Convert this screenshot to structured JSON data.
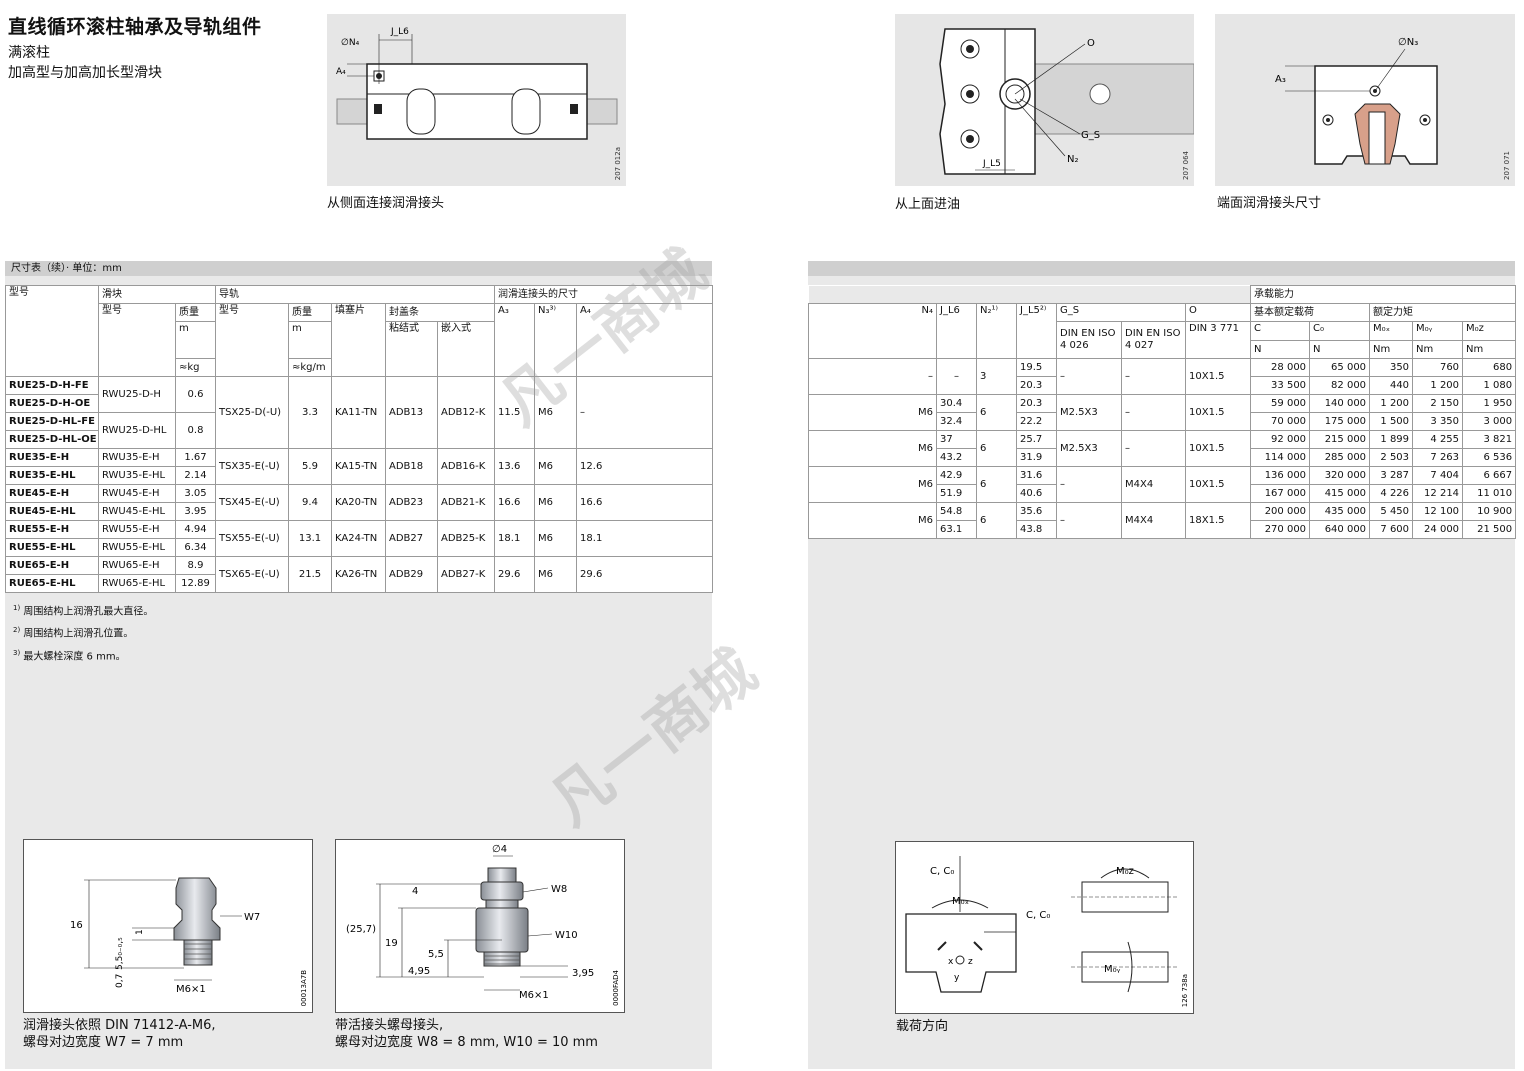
{
  "header": {
    "title": "直线循环滚柱轴承及导轨组件",
    "sub1": "满滚柱",
    "sub2": "加高型与加高加长型滑块"
  },
  "figs": {
    "side": {
      "caption": "从侧面连接润滑接头",
      "id": "207 012a",
      "labels": {
        "n4": "∅N₄",
        "jl6": "J_L6",
        "a4": "A₄"
      }
    },
    "top": {
      "caption": "从上面进油",
      "id": "207 064",
      "labels": {
        "o": "O",
        "gs": "G_S",
        "n2": "N₂",
        "jl5": "J_L5"
      }
    },
    "end": {
      "caption": "端面润滑接头尺寸",
      "id": "207 071",
      "labels": {
        "n3": "∅N₃",
        "a3": "A₃"
      }
    }
  },
  "left_table": {
    "bar": "尺寸表（续）· 单位：mm",
    "headers": {
      "model": "型号",
      "carriage": "滑块",
      "rail": "导轨",
      "lub": "润滑连接头的尺寸",
      "c_model": "型号",
      "c_mass": "质量",
      "m": "m",
      "kg": "≈kg",
      "r_model": "型号",
      "r_mass": "质量",
      "kgm": "≈kg/m",
      "plug": "填塞片",
      "seal": "封盖条",
      "glue": "粘结式",
      "insert": "嵌入式",
      "a3": "A₃",
      "n3": "N₃³⁾",
      "a4": "A₄"
    },
    "rows": [
      [
        "RUE25-D-H-FE",
        "RUE25-D-H-OE",
        "RWU25-D-H",
        "0.6"
      ],
      [
        "RUE25-D-HL-FE",
        "RUE25-D-HL-OE",
        "RWU25-D-HL",
        "0.8"
      ]
    ],
    "g25": {
      "rail": "TSX25-D(-U)",
      "mass": "3.3",
      "plug": "KA11-TN",
      "glue": "ADB13",
      "insert": "ADB12-K",
      "a3": "11.5",
      "n3": "M6",
      "a4": "–"
    },
    "groups": [
      {
        "t1": "RUE35-E-H",
        "c1": "RWU35-E-H",
        "m1": "1.67",
        "t2": "RUE35-E-HL",
        "c2": "RWU35-E-HL",
        "m2": "2.14",
        "rail": "TSX35-E(-U)",
        "mass": "5.9",
        "plug": "KA15-TN",
        "glue": "ADB18",
        "insert": "ADB16-K",
        "a3": "13.6",
        "n3": "M6",
        "a4": "12.6"
      },
      {
        "t1": "RUE45-E-H",
        "c1": "RWU45-E-H",
        "m1": "3.05",
        "t2": "RUE45-E-HL",
        "c2": "RWU45-E-HL",
        "m2": "3.95",
        "rail": "TSX45-E(-U)",
        "mass": "9.4",
        "plug": "KA20-TN",
        "glue": "ADB23",
        "insert": "ADB21-K",
        "a3": "16.6",
        "n3": "M6",
        "a4": "16.6"
      },
      {
        "t1": "RUE55-E-H",
        "c1": "RWU55-E-H",
        "m1": "4.94",
        "t2": "RUE55-E-HL",
        "c2": "RWU55-E-HL",
        "m2": "6.34",
        "rail": "TSX55-E(-U)",
        "mass": "13.1",
        "plug": "KA24-TN",
        "glue": "ADB27",
        "insert": "ADB25-K",
        "a3": "18.1",
        "n3": "M6",
        "a4": "18.1"
      },
      {
        "t1": "RUE65-E-H",
        "c1": "RWU65-E-H",
        "m1": "8.9",
        "t2": "RUE65-E-HL",
        "c2": "RWU65-E-HL",
        "m2": "12.89",
        "rail": "TSX65-E(-U)",
        "mass": "21.5",
        "plug": "KA26-TN",
        "glue": "ADB29",
        "insert": "ADB27-K",
        "a3": "29.6",
        "n3": "M6",
        "a4": "29.6"
      }
    ],
    "notes": [
      [
        "1)",
        "周围结构上润滑孔最大直径。"
      ],
      [
        "2)",
        "周围结构上润滑孔位置。"
      ],
      [
        "3)",
        "最大螺栓深度 6 mm。"
      ]
    ]
  },
  "right_table": {
    "headers": {
      "n4": "N₄",
      "jl6": "J_L6",
      "n2": "N₂¹⁾",
      "jl5": "J_L5²⁾",
      "gs": "G_S",
      "o": "O",
      "din1": "DIN EN ISO 4 026",
      "din2": "DIN EN ISO 4 027",
      "din3": "DIN 3 771",
      "load": "承载能力",
      "basic": "基本额定载荷",
      "moment": "额定力矩",
      "c": "C",
      "c0": "C₀",
      "mox": "M₀ₓ",
      "moy": "M₀ᵧ",
      "moz": "M₀z",
      "n": "N",
      "nm": "Nm"
    },
    "g25": {
      "n4": "–",
      "jl6": "–",
      "n2": "3",
      "jl5a": "19.5",
      "jl5b": "20.3",
      "gs1": "–",
      "gs2": "–",
      "o": "10X1.5",
      "r1": [
        "28 000",
        "65 000",
        "350",
        "760",
        "680"
      ],
      "r2": [
        "33 500",
        "82 000",
        "440",
        "1 200",
        "1 080"
      ]
    },
    "groups": [
      {
        "n4": "M6",
        "jl6a": "30.4",
        "jl6b": "32.4",
        "n2": "6",
        "jl5a": "20.3",
        "jl5b": "22.2",
        "gs1": "M2.5X3",
        "gs2": "–",
        "o": "10X1.5",
        "r1": [
          "59 000",
          "140 000",
          "1 200",
          "2 150",
          "1 950"
        ],
        "r2": [
          "70 000",
          "175 000",
          "1 500",
          "3 350",
          "3 000"
        ]
      },
      {
        "n4": "M6",
        "jl6a": "37",
        "jl6b": "43.2",
        "n2": "6",
        "jl5a": "25.7",
        "jl5b": "31.9",
        "gs1": "M2.5X3",
        "gs2": "–",
        "o": "10X1.5",
        "r1": [
          "92 000",
          "215 000",
          "1 899",
          "4 255",
          "3 821"
        ],
        "r2": [
          "114 000",
          "285 000",
          "2 503",
          "7 263",
          "6 536"
        ]
      },
      {
        "n4": "M6",
        "jl6a": "42.9",
        "jl6b": "51.9",
        "n2": "6",
        "jl5a": "31.6",
        "jl5b": "40.6",
        "gs1": "–",
        "gs2": "M4X4",
        "o": "10X1.5",
        "r1": [
          "136 000",
          "320 000",
          "3 287",
          "7 404",
          "6 667"
        ],
        "r2": [
          "167 000",
          "415 000",
          "4 226",
          "12 214",
          "11 010"
        ]
      },
      {
        "n4": "M6",
        "jl6a": "54.8",
        "jl6b": "63.1",
        "n2": "6",
        "jl5a": "35.6",
        "jl5b": "43.8",
        "gs1": "–",
        "gs2": "M4X4",
        "o": "18X1.5",
        "r1": [
          "200 000",
          "435 000",
          "5 450",
          "12 100",
          "10 900"
        ],
        "r2": [
          "270 000",
          "640 000",
          "7 600",
          "24 000",
          "21 500"
        ]
      }
    ]
  },
  "bottom": {
    "f1": {
      "cap1": "润滑接头依照 DIN 71412-A-M6,",
      "cap2": "螺母对边宽度 W7 = 7 mm",
      "id": "00013A7B",
      "l16": "16",
      "lw7": "W7",
      "lm6": "M6×1",
      "l1": "1",
      "l55": "5,5₀₋₀,₅",
      "l07": "0,7"
    },
    "f2": {
      "cap1": "带活接头螺母接头,",
      "cap2": "螺母对边宽度 W8 = 8 mm,   W10 = 10 mm",
      "id": "0000FAD4",
      "ld4": "∅4",
      "l4": "4",
      "lw8": "W8",
      "l257": "(25,7)",
      "l19": "19",
      "lw10": "W10",
      "l55": "5,5",
      "l495": "4,95",
      "l395": "3,95",
      "lm6": "M6×1"
    },
    "f3": {
      "cap": "载荷方向",
      "id": "126 738a",
      "cc0a": "C, C₀",
      "mox": "M₀ₓ",
      "cc0b": "C, C₀",
      "moz": "M₀z",
      "moy": "M₀ᵧ",
      "x": "x",
      "z": "z",
      "y": "y"
    }
  },
  "watermark": "凡一商城"
}
